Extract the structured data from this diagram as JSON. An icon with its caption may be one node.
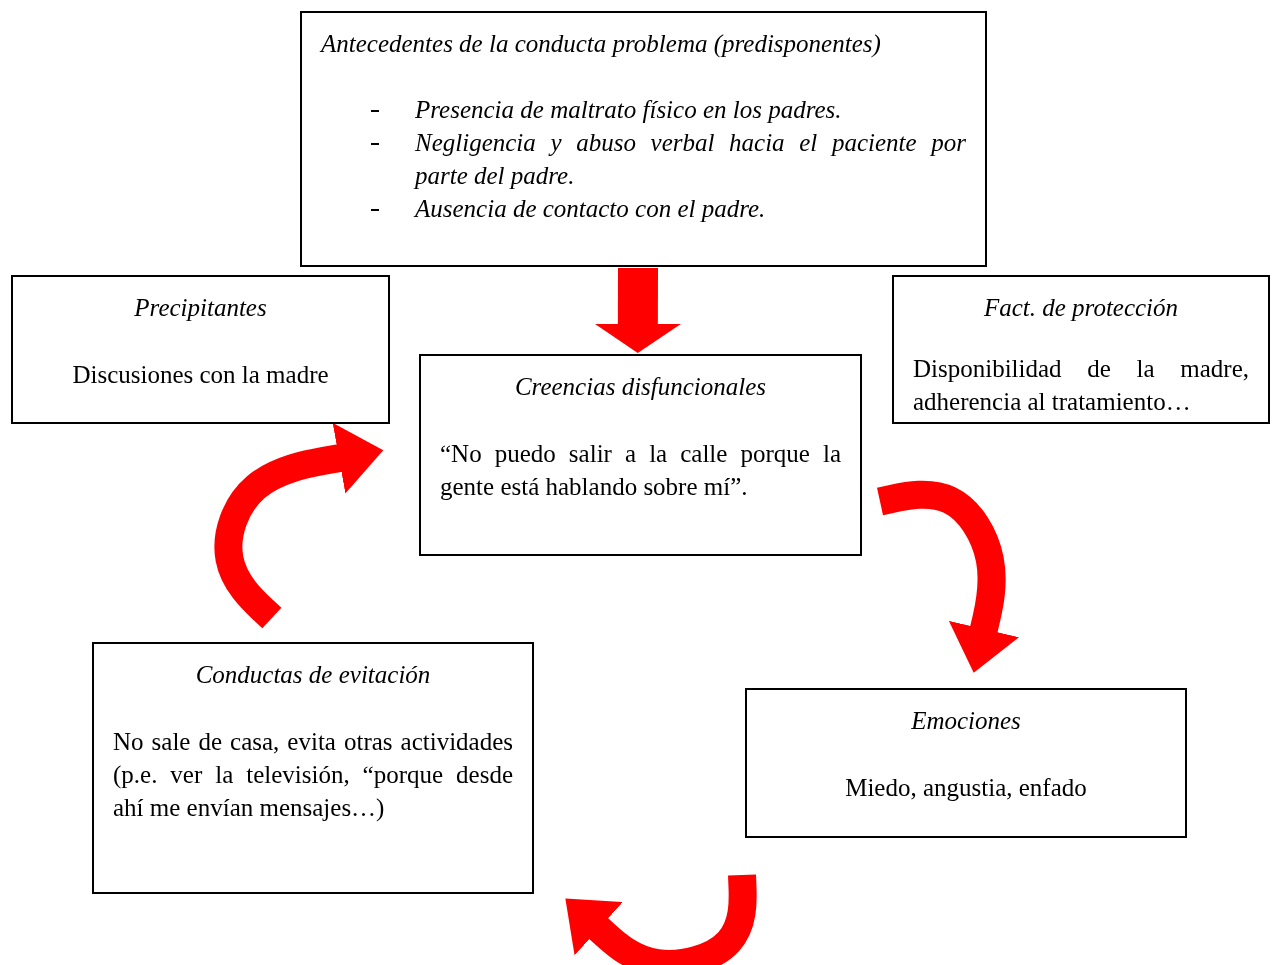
{
  "diagram": {
    "nodes": [
      {
        "text": [
          "Antecedentes de la conducta problema (predisponentes)",
          "Presencia de maltrato físico en los padres.",
          "Negligencia y abuso verbal hacia el paciente por parte del padre.",
          "Ausencia de contacto con el padre."
        ]
      },
      {
        "text": [
          "Precipitantes",
          "Discusiones con la madre"
        ]
      },
      {
        "text": [
          "Fact. de protección",
          "Disponibilidad de la madre, adherencia al tratamiento…"
        ]
      },
      {
        "text": [
          "Creencias disfuncionales",
          "“No puedo salir a la calle porque la gente está hablando sobre mí”."
        ]
      },
      {
        "text": [
          "Conductas de evitación",
          "No sale de casa, evita otras actividades (p.e. ver la televisión, “porque desde ahí me envían mensajes…)"
        ]
      },
      {
        "text": [
          "Emociones",
          "Miedo, angustia, enfado"
        ]
      }
    ],
    "edges": [
      {
        "from": 0,
        "to": 3,
        "arrow": "to"
      },
      {
        "from": 3,
        "to": 5,
        "arrow": "to"
      },
      {
        "from": 5,
        "to": 4,
        "arrow": "to"
      },
      {
        "from": 4,
        "to": 1,
        "arrow": "to"
      }
    ]
  }
}
